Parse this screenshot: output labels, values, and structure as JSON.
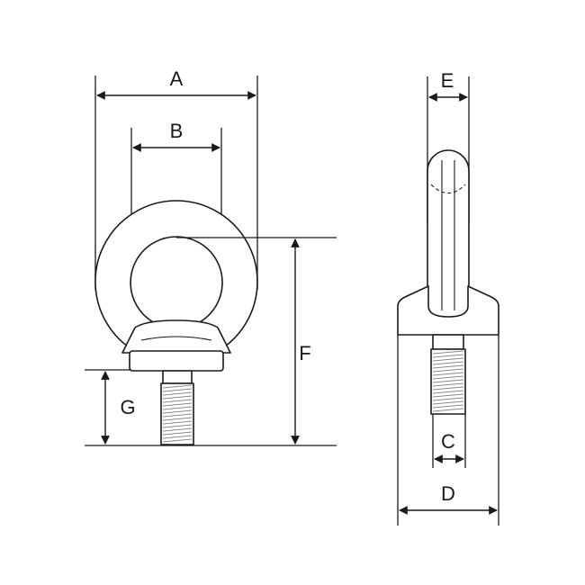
{
  "diagram": {
    "labels": {
      "A": "A",
      "B": "B",
      "C": "C",
      "D": "D",
      "E": "E",
      "F": "F",
      "G": "G"
    },
    "colors": {
      "line": "#1a1a1a",
      "thread": "#8a8a8a",
      "fill": "#ffffff",
      "shade": "#f7f7f7"
    }
  }
}
